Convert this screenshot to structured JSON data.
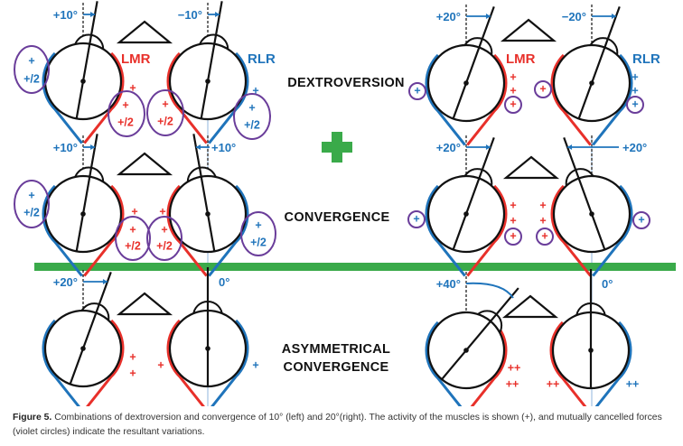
{
  "figure": {
    "caption_label": "Figure 5.",
    "caption_text": " Combinations of dextroversion and convergence of 10° (left) and 20°(right). The activity of the muscles is shown (+), and mutually cancelled forces (violet circles) indicate the resultant variations."
  },
  "labels": {
    "dextroversion": "DEXTROVERSION",
    "convergence": "CONVERGENCE",
    "asymmetrical": "ASYMMETRICAL",
    "asym_convergence": "CONVERGENCE"
  },
  "muscles": {
    "lmr": "LMR",
    "rlr": "RLR"
  },
  "colors": {
    "blue": "#1f74bb",
    "red": "#e8302a",
    "violet": "#6a3d9a",
    "green": "#3aaa4a",
    "black": "#111111"
  },
  "panels": [
    {
      "name": "dextroversion-10",
      "eyes": [
        {
          "angle_label": "+10°",
          "deviation_deg": 10
        },
        {
          "angle_label": "−10°",
          "deviation_deg": 10
        }
      ],
      "marks": [
        [
          "+",
          "blue"
        ],
        [
          "+/2",
          "blue"
        ],
        [
          "+",
          "red"
        ],
        [
          "+",
          "red"
        ],
        [
          "+/2",
          "red"
        ],
        [
          "+",
          "red"
        ],
        [
          "+/2",
          "red"
        ],
        [
          "+",
          "blue"
        ],
        [
          "+",
          "blue"
        ],
        [
          "+/2",
          "blue"
        ]
      ]
    },
    {
      "name": "dextroversion-20",
      "eyes": [
        {
          "angle_label": "+20°",
          "deviation_deg": 20
        },
        {
          "angle_label": "−20°",
          "deviation_deg": 20
        }
      ],
      "marks": [
        [
          "+",
          "blue"
        ],
        [
          "+",
          "red"
        ],
        [
          "+",
          "red"
        ],
        [
          "+",
          "red"
        ],
        [
          "+",
          "red"
        ],
        [
          "+",
          "blue"
        ],
        [
          "+",
          "blue"
        ],
        [
          "+",
          "blue"
        ]
      ]
    },
    {
      "name": "convergence-10",
      "eyes": [
        {
          "angle_label": "+10°",
          "deviation_deg": 10
        },
        {
          "angle_label": "+10°",
          "deviation_deg": -10
        }
      ],
      "marks": [
        [
          "+",
          "blue"
        ],
        [
          "+/2",
          "blue"
        ],
        [
          "+",
          "red"
        ],
        [
          "+",
          "red"
        ],
        [
          "+/2",
          "red"
        ],
        [
          "+",
          "red"
        ],
        [
          "+",
          "red"
        ],
        [
          "+/2",
          "red"
        ],
        [
          "+",
          "blue"
        ],
        [
          "+/2",
          "blue"
        ]
      ]
    },
    {
      "name": "convergence-20",
      "eyes": [
        {
          "angle_label": "+20°",
          "deviation_deg": 20
        },
        {
          "angle_label": "+20°",
          "deviation_deg": -20
        }
      ],
      "marks": [
        [
          "+",
          "blue"
        ],
        [
          "+",
          "red"
        ],
        [
          "+",
          "red"
        ],
        [
          "+",
          "red"
        ],
        [
          "+",
          "red"
        ],
        [
          "+",
          "red"
        ],
        [
          "+",
          "red"
        ],
        [
          "+",
          "blue"
        ]
      ]
    },
    {
      "name": "asymmetrical-convergence-20",
      "eyes": [
        {
          "angle_label": "+20°",
          "deviation_deg": 20
        },
        {
          "angle_label": "0°",
          "deviation_deg": 0
        }
      ],
      "marks": [
        [
          "+",
          "red"
        ],
        [
          "+",
          "red"
        ],
        [
          "+",
          "red"
        ],
        [
          "+",
          "blue"
        ]
      ]
    },
    {
      "name": "asymmetrical-convergence-40",
      "eyes": [
        {
          "angle_label": "+40°",
          "deviation_deg": 40
        },
        {
          "angle_label": "0°",
          "deviation_deg": 0
        }
      ],
      "marks": [
        [
          "++",
          "red"
        ],
        [
          "++",
          "red"
        ],
        [
          "++",
          "red"
        ],
        [
          "++",
          "blue"
        ]
      ]
    }
  ]
}
